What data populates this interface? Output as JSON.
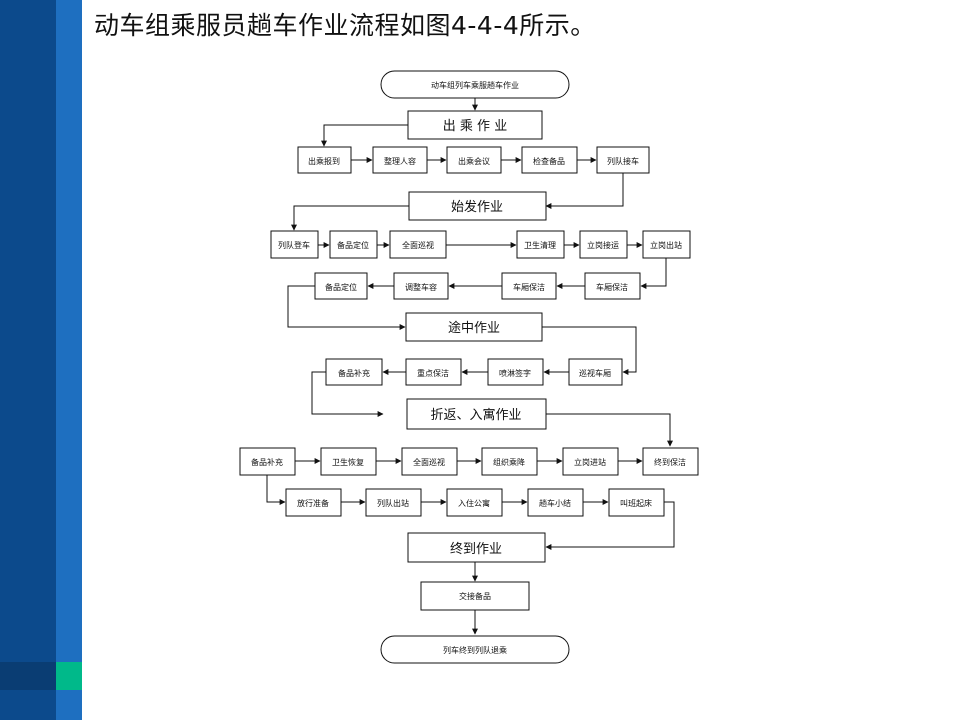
{
  "title": "动车组乘服员趟车作业流程如图4-4-4所示。",
  "flow": {
    "start": "动车组列车乘服趟车作业",
    "sec1": "出 乘 作 业",
    "sec1_steps": [
      "出乘报到",
      "整理人容",
      "出乘会议",
      "检查备品",
      "列队接车"
    ],
    "sec2": "始发作业",
    "sec2_row1": [
      "列队登车",
      "备品定位",
      "全面巡视",
      "卫生清理",
      "立岗接运",
      "立岗出站"
    ],
    "sec2_row2": [
      "备品定位",
      "调整车容",
      "车厢保洁",
      "车厢保洁"
    ],
    "sec3": "途中作业",
    "sec3_steps": [
      "备品补充",
      "重点保洁",
      "喷淋签字",
      "巡视车厢"
    ],
    "sec4": "折返、入寓作业",
    "sec4_row1": [
      "备品补充",
      "卫生恢复",
      "全面巡视",
      "组织乘降",
      "立岗进站",
      "终到保洁"
    ],
    "sec4_row2": [
      "放行准备",
      "列队出站",
      "入住公寓",
      "趟车小结",
      "叫班起床"
    ],
    "sec5": "终到作业",
    "handover": "交接备品",
    "end": "列车终到列队退乘"
  }
}
